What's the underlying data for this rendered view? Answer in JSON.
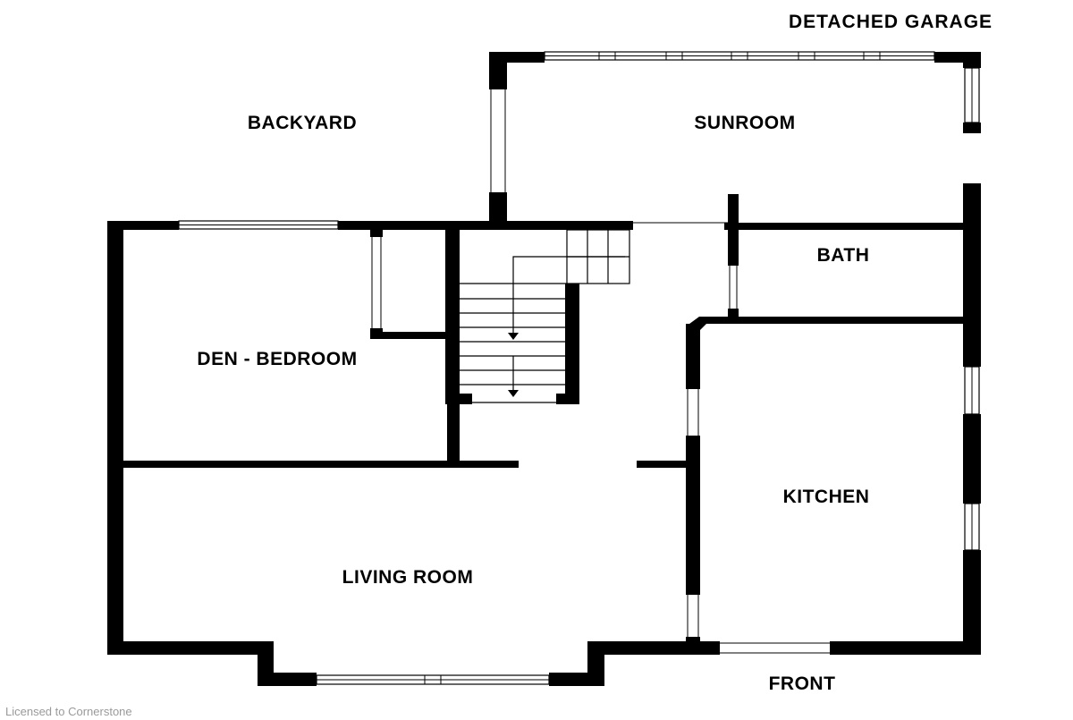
{
  "labels": {
    "detached_garage": "DETACHED GARAGE",
    "backyard": "BACKYARD",
    "sunroom": "SUNROOM",
    "bath": "BATH",
    "den_bedroom": "DEN - BEDROOM",
    "kitchen": "KITCHEN",
    "living_room": "LIVING ROOM",
    "front": "FRONT"
  },
  "watermark": "Licensed to Cornerstone",
  "colors": {
    "wall": "#000000",
    "background": "#ffffff",
    "watermark": "#9a9a9a"
  }
}
